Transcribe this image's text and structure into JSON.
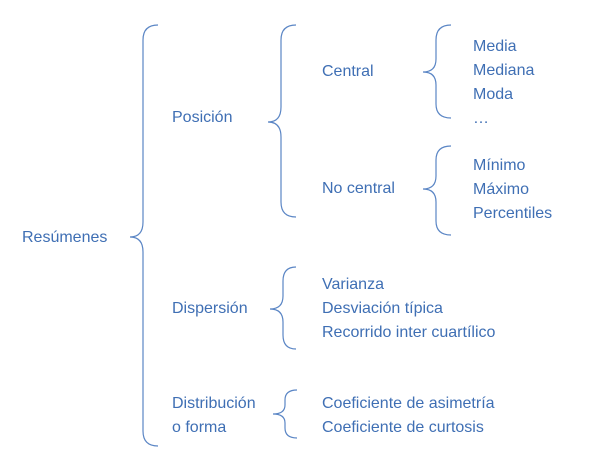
{
  "diagram": {
    "root": "Resúmenes",
    "position": {
      "label": "Posición",
      "central": {
        "label": "Central",
        "items": [
          "Media",
          "Mediana",
          "Moda",
          "…"
        ]
      },
      "non_central": {
        "label": "No central",
        "items": [
          "Mínimo",
          "Máximo",
          "Percentiles"
        ]
      }
    },
    "dispersion": {
      "label": "Dispersión",
      "items": [
        "Varianza",
        "Desviación típica",
        "Recorrido inter cuartílico"
      ]
    },
    "distribution": {
      "label_line1": "Distribución",
      "label_line2": "o forma",
      "items": [
        "Coeficiente de asimetría",
        "Coeficiente de curtosis"
      ]
    }
  },
  "colors": {
    "text": "#3f6fb4",
    "brace": "#5b86c5",
    "background": "#ffffff"
  }
}
